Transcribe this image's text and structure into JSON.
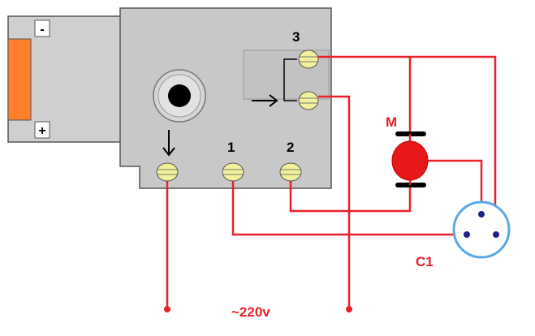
{
  "labels": {
    "minus": "-",
    "plus": "+",
    "terminal_1": "1",
    "terminal_2": "2",
    "terminal_3": "3",
    "motor": "M",
    "capacitor": "C1",
    "supply": "~220v"
  },
  "colors": {
    "wire": "#e8202a",
    "body": "#c8c8c8",
    "outline": "#555555",
    "lever": "#ff7f2a",
    "screw": "#f2f09a",
    "motor": "#e81818",
    "capacitor": "#5aa9e6",
    "pin": "#20208a"
  }
}
